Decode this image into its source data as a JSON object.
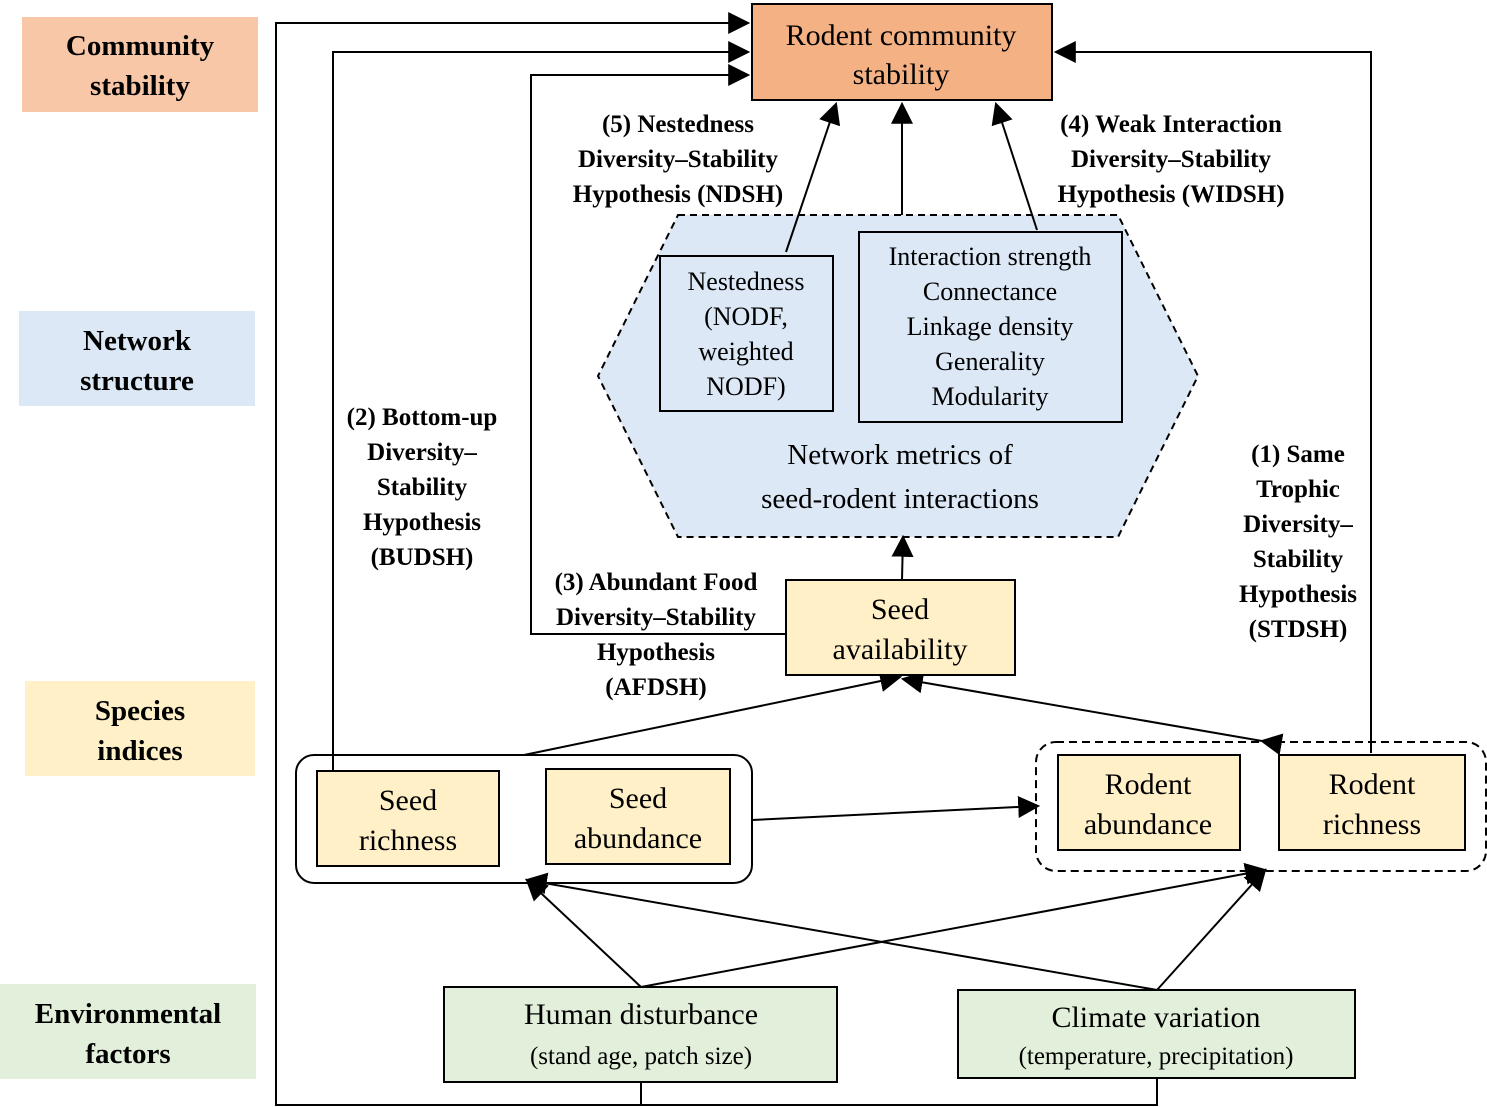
{
  "levels": {
    "community": {
      "line1": "Community",
      "line2": "stability"
    },
    "network": {
      "line1": "Network",
      "line2": "structure"
    },
    "species": {
      "line1": "Species",
      "line2": "indices"
    },
    "environment": {
      "line1": "Environmental",
      "line2": "factors"
    }
  },
  "boxes": {
    "rodent_stability": {
      "line1": "Rodent community",
      "line2": "stability"
    },
    "nestedness": {
      "line1": "Nestedness",
      "line2": "(NODF,",
      "line3": "weighted",
      "line4": "NODF)"
    },
    "interaction": {
      "line1": "Interaction strength",
      "line2": "Connectance",
      "line3": "Linkage density",
      "line4": "Generality",
      "line5": "Modularity"
    },
    "network_metrics": {
      "line1": "Network metrics of",
      "line2": "seed-rodent interactions"
    },
    "seed_availability": {
      "line1": "Seed",
      "line2": "availability"
    },
    "seed_richness": {
      "line1": "Seed",
      "line2": "richness"
    },
    "seed_abundance": {
      "line1": "Seed",
      "line2": "abundance"
    },
    "rodent_abundance": {
      "line1": "Rodent",
      "line2": "abundance"
    },
    "rodent_richness": {
      "line1": "Rodent",
      "line2": "richness"
    },
    "human_disturbance": {
      "line1": "Human disturbance",
      "line2": "(stand age, patch size)"
    },
    "climate_variation": {
      "line1": "Climate variation",
      "line2": "(temperature, precipitation)"
    }
  },
  "hypotheses": {
    "ndsh": {
      "line1": "(5) Nestedness",
      "line2": "Diversity–Stability",
      "line3": "Hypothesis (NDSH)"
    },
    "widsh": {
      "line1": "(4) Weak Interaction",
      "line2": "Diversity–Stability",
      "line3": "Hypothesis (WIDSH)"
    },
    "budsh": {
      "line1": "(2) Bottom-up",
      "line2": "Diversity–",
      "line3": "Stability",
      "line4": "Hypothesis",
      "line5": "(BUDSH)"
    },
    "afdsh": {
      "line1": "(3) Abundant Food",
      "line2": "Diversity–Stability",
      "line3": "Hypothesis",
      "line4": "(AFDSH)"
    },
    "stdsh": {
      "line1": "(1) Same",
      "line2": "Trophic",
      "line3": "Diversity–",
      "line4": "Stability",
      "line5": "Hypothesis",
      "line6": "(STDSH)"
    }
  },
  "colors": {
    "community": "#f7c7a8",
    "rodent_box": "#f4b183",
    "network": "#dce8f5",
    "species": "#fff0c8",
    "environment": "#e2efda",
    "line": "#000000"
  }
}
